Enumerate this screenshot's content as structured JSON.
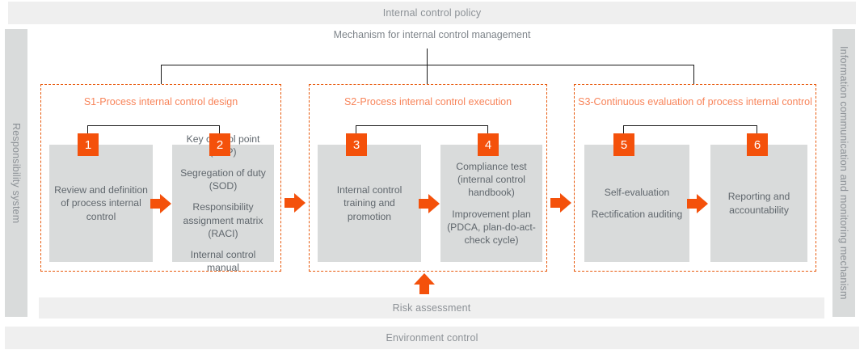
{
  "bands": {
    "policy": "Internal control policy",
    "risk": "Risk assessment",
    "environment": "Environment control"
  },
  "sidebars": {
    "left": "Responsibility system",
    "right": "Information communication and monitoring mechanism"
  },
  "mechanism_caption": "Mechanism for internal control management",
  "colors": {
    "accent": "#f4510b",
    "stage_border": "#e8590c",
    "stage_title": "#f8845a",
    "card_bg": "#d9dbdb",
    "band_bg": "#efefef",
    "sidebar_bg": "#d9dbdb",
    "body_text": "#60676d"
  },
  "stages": [
    {
      "title": "S1-Process internal control design",
      "steps": [
        {
          "number": "1",
          "lines": [
            "Review and definition of process internal control"
          ]
        },
        {
          "number": "2",
          "lines": [
            "Key control point (KCP)",
            "Segregation of duty (SOD)",
            "Responsibility assignment matrix (RACI)",
            "Internal control manual"
          ]
        }
      ]
    },
    {
      "title": "S2-Process internal control execution",
      "steps": [
        {
          "number": "3",
          "lines": [
            "Internal control training and promotion"
          ]
        },
        {
          "number": "4",
          "lines": [
            "Compliance test (internal control handbook)",
            "Improvement plan (PDCA, plan-do-act-check cycle)"
          ]
        }
      ]
    },
    {
      "title": "S3-Continuous evaluation of process internal control",
      "steps": [
        {
          "number": "5",
          "lines": [
            "Self-evaluation",
            "Rectification auditing"
          ]
        },
        {
          "number": "6",
          "lines": [
            "Reporting and accountability"
          ]
        }
      ]
    }
  ]
}
